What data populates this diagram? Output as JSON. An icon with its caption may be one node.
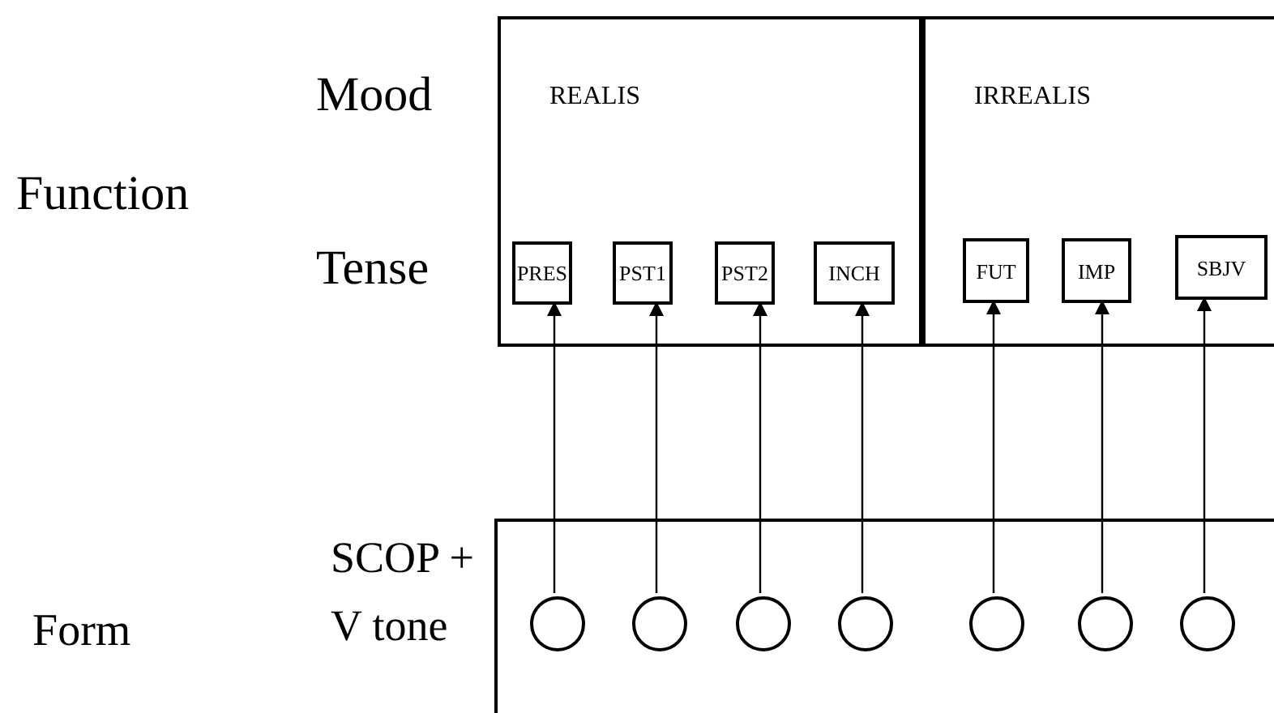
{
  "diagram": {
    "nodes": [
      {
        "text": [
          "REALIS"
        ]
      },
      {
        "text": [
          "IRREALIS"
        ]
      },
      {
        "text": [
          "PRES"
        ],
        "in": 0
      },
      {
        "text": [
          "PST1"
        ],
        "in": 0
      },
      {
        "text": [
          "PST2"
        ],
        "in": 0
      },
      {
        "text": [
          "INCH"
        ],
        "in": 0
      },
      {
        "text": [
          "FUT"
        ],
        "in": 1
      },
      {
        "text": [
          "IMP"
        ],
        "in": 1
      },
      {
        "text": [
          "SBJV"
        ],
        "in": 1
      },
      {
        "text": [],
        "shape": "box"
      },
      {
        "text": [],
        "shape": "circle",
        "in": 9
      },
      {
        "text": [],
        "shape": "circle",
        "in": 9
      },
      {
        "text": [],
        "shape": "circle",
        "in": 9
      },
      {
        "text": [],
        "shape": "circle",
        "in": 9
      },
      {
        "text": [],
        "shape": "circle",
        "in": 9
      },
      {
        "text": [],
        "shape": "circle",
        "in": 9
      },
      {
        "text": [],
        "shape": "circle",
        "in": 9
      }
    ],
    "edges": [
      {
        "from": 10,
        "to": 2,
        "arrow": "to"
      },
      {
        "from": 11,
        "to": 3,
        "arrow": "to"
      },
      {
        "from": 12,
        "to": 4,
        "arrow": "to"
      },
      {
        "from": 13,
        "to": 5,
        "arrow": "to"
      },
      {
        "from": 14,
        "to": 6,
        "arrow": "to"
      },
      {
        "from": 15,
        "to": 7,
        "arrow": "to"
      },
      {
        "from": 16,
        "to": 8,
        "arrow": "to"
      }
    ],
    "labels": [
      "Mood",
      "Function",
      "Tense",
      "SCOP + V tone",
      "Form"
    ]
  }
}
